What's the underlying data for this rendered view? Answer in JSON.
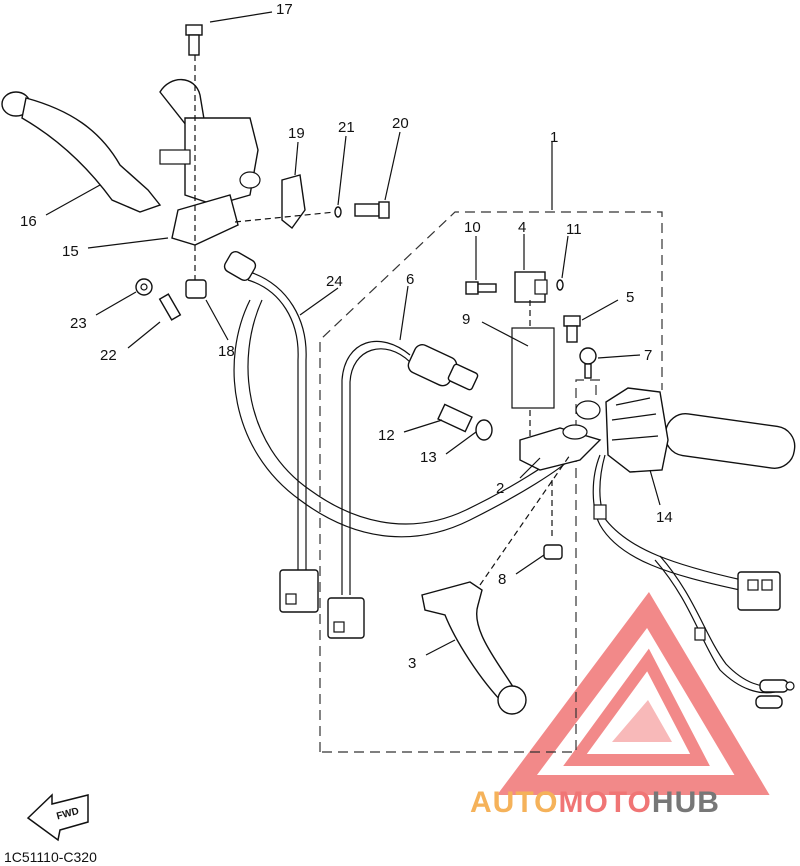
{
  "diagram": {
    "callouts": [
      "1",
      "2",
      "3",
      "4",
      "5",
      "6",
      "7",
      "8",
      "9",
      "10",
      "11",
      "12",
      "13",
      "14",
      "15",
      "16",
      "17",
      "18",
      "19",
      "20",
      "21",
      "22",
      "23",
      "24"
    ],
    "reference_code": "1C51110-C320",
    "direction_label": "FWD"
  },
  "watermark": {
    "part1": "AUTO",
    "part2": "MOTO",
    "part3": "HUB",
    "color_orange": "#f5b25a",
    "color_red": "#f07575",
    "color_gray": "#777777"
  }
}
